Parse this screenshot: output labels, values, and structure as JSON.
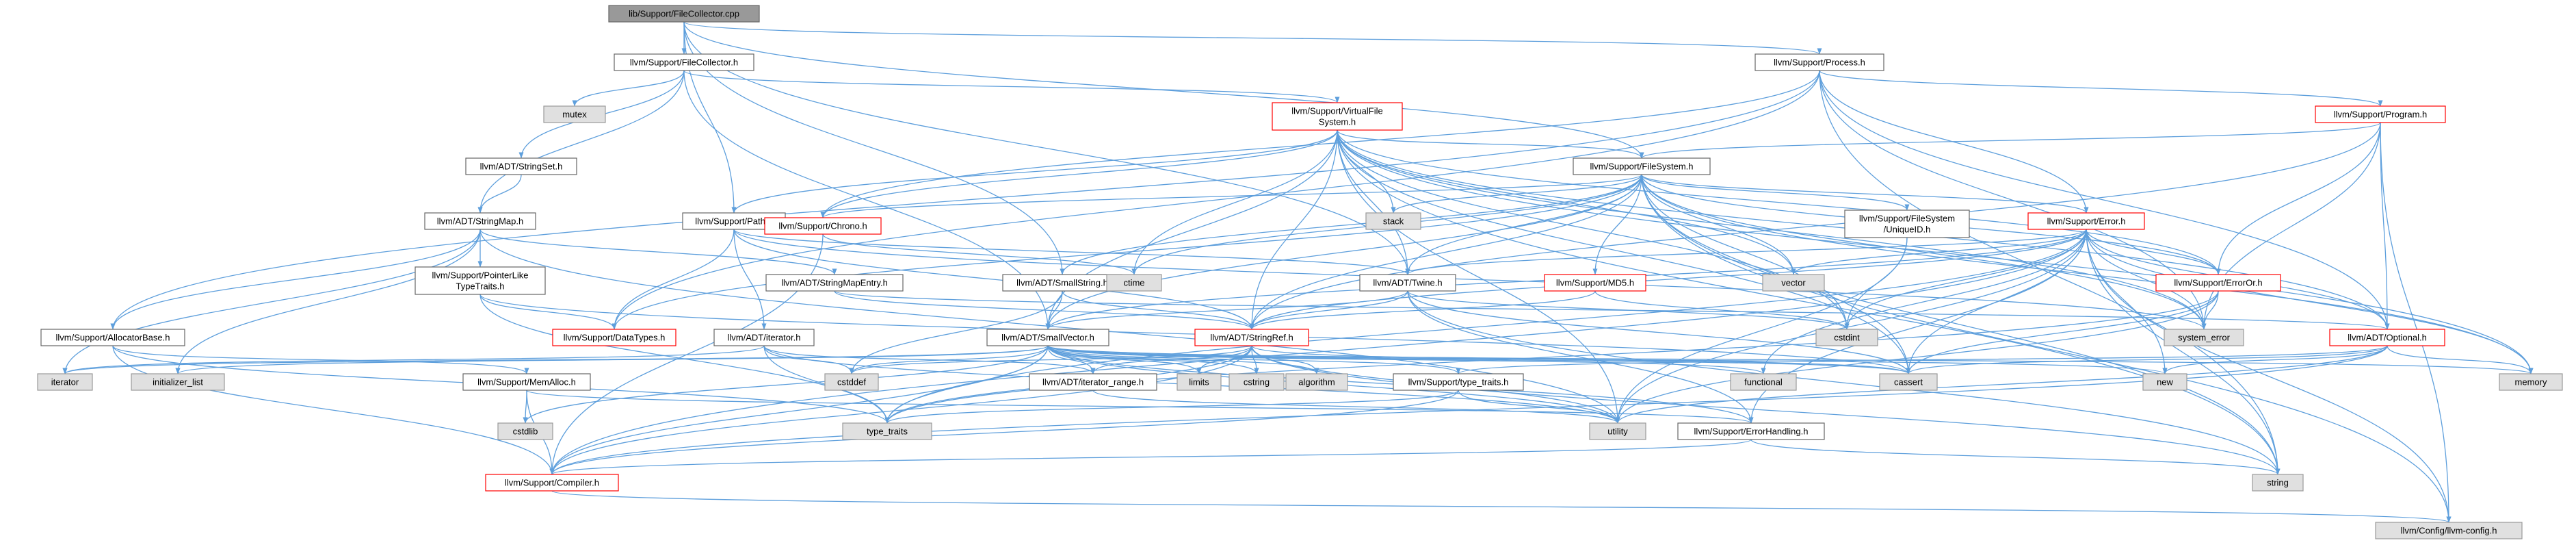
{
  "graph": {
    "title": "lib/Support/FileCollector.cpp",
    "colors": {
      "edge": "#5e9fdc",
      "root_fill": "#999999",
      "header_fill": "#ffffff",
      "header_border": "#666666",
      "system_fill": "#e0e0e0",
      "system_border": "#999999",
      "truncated_border": "#ff0000"
    },
    "nodes": [
      {
        "id": "root",
        "kind": "root",
        "lines": [
          "lib/Support/FileCollector.cpp"
        ]
      },
      {
        "id": "FileCollector",
        "kind": "header",
        "lines": [
          "llvm/Support/FileCollector.h"
        ]
      },
      {
        "id": "Process",
        "kind": "header",
        "lines": [
          "llvm/Support/Process.h"
        ]
      },
      {
        "id": "mutex",
        "kind": "system",
        "lines": [
          "mutex"
        ]
      },
      {
        "id": "VFS",
        "kind": "truncated",
        "lines": [
          "llvm/Support/VirtualFile",
          "System.h"
        ]
      },
      {
        "id": "Program",
        "kind": "truncated",
        "lines": [
          "llvm/Support/Program.h"
        ]
      },
      {
        "id": "StringSet",
        "kind": "header",
        "lines": [
          "llvm/ADT/StringSet.h"
        ]
      },
      {
        "id": "FileSystem",
        "kind": "header",
        "lines": [
          "llvm/Support/FileSystem.h"
        ]
      },
      {
        "id": "StringMap",
        "kind": "header",
        "lines": [
          "llvm/ADT/StringMap.h"
        ]
      },
      {
        "id": "Path",
        "kind": "header",
        "lines": [
          "llvm/Support/Path.h"
        ]
      },
      {
        "id": "stack",
        "kind": "system",
        "lines": [
          "stack"
        ]
      },
      {
        "id": "Chrono",
        "kind": "truncated",
        "lines": [
          "llvm/Support/Chrono.h"
        ]
      },
      {
        "id": "UniqueID",
        "kind": "header",
        "lines": [
          "llvm/Support/FileSystem",
          "/UniqueID.h"
        ]
      },
      {
        "id": "Error",
        "kind": "truncated",
        "lines": [
          "llvm/Support/Error.h"
        ]
      },
      {
        "id": "PointerLike",
        "kind": "header",
        "lines": [
          "llvm/Support/PointerLike",
          "TypeTraits.h"
        ]
      },
      {
        "id": "StringMapEntry",
        "kind": "header",
        "lines": [
          "llvm/ADT/StringMapEntry.h"
        ]
      },
      {
        "id": "SmallString",
        "kind": "header",
        "lines": [
          "llvm/ADT/SmallString.h"
        ]
      },
      {
        "id": "ctime",
        "kind": "system",
        "lines": [
          "ctime"
        ]
      },
      {
        "id": "Twine",
        "kind": "header",
        "lines": [
          "llvm/ADT/Twine.h"
        ]
      },
      {
        "id": "MD5",
        "kind": "truncated",
        "lines": [
          "llvm/Support/MD5.h"
        ]
      },
      {
        "id": "vector",
        "kind": "system",
        "lines": [
          "vector"
        ]
      },
      {
        "id": "ErrorOr",
        "kind": "truncated",
        "lines": [
          "llvm/Support/ErrorOr.h"
        ]
      },
      {
        "id": "cstdint",
        "kind": "system",
        "lines": [
          "cstdint"
        ]
      },
      {
        "id": "system_error",
        "kind": "system",
        "lines": [
          "system_error"
        ]
      },
      {
        "id": "Optional",
        "kind": "truncated",
        "lines": [
          "llvm/ADT/Optional.h"
        ]
      },
      {
        "id": "AllocatorBase",
        "kind": "header",
        "lines": [
          "llvm/Support/AllocatorBase.h"
        ]
      },
      {
        "id": "DataTypes",
        "kind": "truncated",
        "lines": [
          "llvm/Support/DataTypes.h"
        ]
      },
      {
        "id": "iterator_h",
        "kind": "header",
        "lines": [
          "llvm/ADT/iterator.h"
        ]
      },
      {
        "id": "SmallVector",
        "kind": "header",
        "lines": [
          "llvm/ADT/SmallVector.h"
        ]
      },
      {
        "id": "StringRef",
        "kind": "truncated",
        "lines": [
          "llvm/ADT/StringRef.h"
        ]
      },
      {
        "id": "iterator",
        "kind": "system",
        "lines": [
          "iterator"
        ]
      },
      {
        "id": "initializer_list",
        "kind": "system",
        "lines": [
          "initializer_list"
        ]
      },
      {
        "id": "MemAlloc",
        "kind": "header",
        "lines": [
          "llvm/Support/MemAlloc.h"
        ]
      },
      {
        "id": "cstddef",
        "kind": "system",
        "lines": [
          "cstddef"
        ]
      },
      {
        "id": "iterator_range",
        "kind": "header",
        "lines": [
          "llvm/ADT/iterator_range.h"
        ]
      },
      {
        "id": "limits",
        "kind": "system",
        "lines": [
          "limits"
        ]
      },
      {
        "id": "cstring",
        "kind": "system",
        "lines": [
          "cstring"
        ]
      },
      {
        "id": "algorithm",
        "kind": "system",
        "lines": [
          "algorithm"
        ]
      },
      {
        "id": "type_traits_h",
        "kind": "header",
        "lines": [
          "llvm/Support/type_traits.h"
        ]
      },
      {
        "id": "functional",
        "kind": "system",
        "lines": [
          "functional"
        ]
      },
      {
        "id": "cassert",
        "kind": "system",
        "lines": [
          "cassert"
        ]
      },
      {
        "id": "new",
        "kind": "system",
        "lines": [
          "new"
        ]
      },
      {
        "id": "memory",
        "kind": "system",
        "lines": [
          "memory"
        ]
      },
      {
        "id": "cstdlib",
        "kind": "system",
        "lines": [
          "cstdlib"
        ]
      },
      {
        "id": "type_traits",
        "kind": "system",
        "lines": [
          "type_traits"
        ]
      },
      {
        "id": "utility",
        "kind": "system",
        "lines": [
          "utility"
        ]
      },
      {
        "id": "ErrorHandling",
        "kind": "header",
        "lines": [
          "llvm/Support/ErrorHandling.h"
        ]
      },
      {
        "id": "Compiler",
        "kind": "truncated",
        "lines": [
          "llvm/Support/Compiler.h"
        ]
      },
      {
        "id": "string",
        "kind": "system",
        "lines": [
          "string"
        ]
      },
      {
        "id": "config",
        "kind": "system",
        "lines": [
          "llvm/Config/llvm-config.h"
        ]
      }
    ],
    "edges": [
      [
        "root",
        "FileCollector"
      ],
      [
        "root",
        "Process"
      ],
      [
        "root",
        "Path"
      ],
      [
        "root",
        "SmallString"
      ],
      [
        "root",
        "Twine"
      ],
      [
        "root",
        "FileSystem"
      ],
      [
        "FileCollector",
        "mutex"
      ],
      [
        "FileCollector",
        "VFS"
      ],
      [
        "FileCollector",
        "StringSet"
      ],
      [
        "FileCollector",
        "StringMap"
      ],
      [
        "FileCollector",
        "SmallVector"
      ],
      [
        "Process",
        "Program"
      ],
      [
        "Process",
        "Chrono"
      ],
      [
        "Process",
        "Error"
      ],
      [
        "Process",
        "DataTypes"
      ],
      [
        "Process",
        "AllocatorBase"
      ],
      [
        "Process",
        "Optional"
      ],
      [
        "Process",
        "system_error"
      ],
      [
        "Process",
        "string"
      ],
      [
        "Program",
        "FileSystem"
      ],
      [
        "Program",
        "ErrorOr"
      ],
      [
        "Program",
        "Optional"
      ],
      [
        "Program",
        "system_error"
      ],
      [
        "Program",
        "StringRef"
      ],
      [
        "Program",
        "config"
      ],
      [
        "VFS",
        "FileSystem"
      ],
      [
        "VFS",
        "Path"
      ],
      [
        "VFS",
        "Chrono"
      ],
      [
        "VFS",
        "stack"
      ],
      [
        "VFS",
        "ctime"
      ],
      [
        "VFS",
        "ErrorOr"
      ],
      [
        "VFS",
        "cassert"
      ],
      [
        "VFS",
        "memory"
      ],
      [
        "VFS",
        "string"
      ],
      [
        "VFS",
        "system_error"
      ],
      [
        "VFS",
        "vector"
      ],
      [
        "VFS",
        "SmallVector"
      ],
      [
        "VFS",
        "StringRef"
      ],
      [
        "VFS",
        "Twine"
      ],
      [
        "VFS",
        "cstdint"
      ],
      [
        "VFS",
        "Optional"
      ],
      [
        "VFS",
        "utility"
      ],
      [
        "StringSet",
        "StringMap"
      ],
      [
        "StringMap",
        "StringMapEntry"
      ],
      [
        "StringMap",
        "AllocatorBase"
      ],
      [
        "StringMap",
        "PointerLike"
      ],
      [
        "StringMap",
        "iterator"
      ],
      [
        "StringMap",
        "initializer_list"
      ],
      [
        "StringMap",
        "utility"
      ],
      [
        "FileSystem",
        "Chrono"
      ],
      [
        "FileSystem",
        "Error"
      ],
      [
        "FileSystem",
        "ErrorOr"
      ],
      [
        "FileSystem",
        "UniqueID"
      ],
      [
        "FileSystem",
        "MD5"
      ],
      [
        "FileSystem",
        "SmallString"
      ],
      [
        "FileSystem",
        "Twine"
      ],
      [
        "FileSystem",
        "StringRef"
      ],
      [
        "FileSystem",
        "ctime"
      ],
      [
        "FileSystem",
        "vector"
      ],
      [
        "FileSystem",
        "cassert"
      ],
      [
        "FileSystem",
        "cstdint"
      ],
      [
        "FileSystem",
        "memory"
      ],
      [
        "FileSystem",
        "stack"
      ],
      [
        "FileSystem",
        "string"
      ],
      [
        "FileSystem",
        "system_error"
      ],
      [
        "FileSystem",
        "config"
      ],
      [
        "FileSystem",
        "DataTypes"
      ],
      [
        "FileSystem",
        "SmallVector"
      ],
      [
        "Path",
        "Twine"
      ],
      [
        "Path",
        "iterator_h"
      ],
      [
        "Path",
        "DataTypes"
      ],
      [
        "Path",
        "StringRef"
      ],
      [
        "Path",
        "system_error"
      ],
      [
        "Chrono",
        "Compiler"
      ],
      [
        "Chrono",
        "ctime"
      ],
      [
        "Error",
        "ErrorOr"
      ],
      [
        "Error",
        "Twine"
      ],
      [
        "Error",
        "Optional"
      ],
      [
        "Error",
        "ErrorHandling"
      ],
      [
        "Error",
        "cassert"
      ],
      [
        "Error",
        "cstdint"
      ],
      [
        "Error",
        "functional"
      ],
      [
        "Error",
        "memory"
      ],
      [
        "Error",
        "new"
      ],
      [
        "Error",
        "string"
      ],
      [
        "Error",
        "system_error"
      ],
      [
        "Error",
        "type_traits"
      ],
      [
        "Error",
        "utility"
      ],
      [
        "Error",
        "vector"
      ],
      [
        "Error",
        "SmallVector"
      ],
      [
        "Error",
        "StringRef"
      ],
      [
        "Error",
        "config"
      ],
      [
        "Error",
        "Compiler"
      ],
      [
        "UniqueID",
        "cstdint"
      ],
      [
        "UniqueID",
        "utility"
      ],
      [
        "PointerLike",
        "DataTypes"
      ],
      [
        "PointerLike",
        "cassert"
      ],
      [
        "PointerLike",
        "type_traits"
      ],
      [
        "StringMapEntry",
        "StringRef"
      ],
      [
        "StringMapEntry",
        "Optional"
      ],
      [
        "SmallString",
        "SmallVector"
      ],
      [
        "SmallString",
        "StringRef"
      ],
      [
        "SmallString",
        "cstddef"
      ],
      [
        "Twine",
        "SmallVector"
      ],
      [
        "Twine",
        "StringRef"
      ],
      [
        "Twine",
        "ErrorHandling"
      ],
      [
        "Twine",
        "cassert"
      ],
      [
        "Twine",
        "cstdint"
      ],
      [
        "Twine",
        "string"
      ],
      [
        "MD5",
        "StringRef"
      ],
      [
        "MD5",
        "cstdint"
      ],
      [
        "ErrorOr",
        "system_error"
      ],
      [
        "ErrorOr",
        "cassert"
      ],
      [
        "ErrorOr",
        "type_traits"
      ],
      [
        "ErrorOr",
        "utility"
      ],
      [
        "Optional",
        "cassert"
      ],
      [
        "Optional",
        "memory"
      ],
      [
        "Optional",
        "new"
      ],
      [
        "Optional",
        "utility"
      ],
      [
        "Optional",
        "type_traits_h"
      ],
      [
        "Optional",
        "Compiler"
      ],
      [
        "AllocatorBase",
        "Compiler"
      ],
      [
        "AllocatorBase",
        "MemAlloc"
      ],
      [
        "AllocatorBase",
        "type_traits"
      ],
      [
        "iterator_h",
        "iterator_range"
      ],
      [
        "iterator_h",
        "cstddef"
      ],
      [
        "iterator_h",
        "iterator"
      ],
      [
        "iterator_h",
        "type_traits"
      ],
      [
        "iterator_h",
        "utility"
      ],
      [
        "SmallVector",
        "Compiler"
      ],
      [
        "SmallVector",
        "type_traits_h"
      ],
      [
        "SmallVector",
        "algorithm"
      ],
      [
        "SmallVector",
        "cassert"
      ],
      [
        "SmallVector",
        "cstddef"
      ],
      [
        "SmallVector",
        "cstdlib"
      ],
      [
        "SmallVector",
        "cstring"
      ],
      [
        "SmallVector",
        "functional"
      ],
      [
        "SmallVector",
        "initializer_list"
      ],
      [
        "SmallVector",
        "iterator"
      ],
      [
        "SmallVector",
        "limits"
      ],
      [
        "SmallVector",
        "memory"
      ],
      [
        "SmallVector",
        "new"
      ],
      [
        "SmallVector",
        "type_traits"
      ],
      [
        "SmallVector",
        "utility"
      ],
      [
        "SmallVector",
        "iterator_range"
      ],
      [
        "SmallVector",
        "ErrorHandling"
      ],
      [
        "StringRef",
        "iterator_range"
      ],
      [
        "StringRef",
        "Compiler"
      ],
      [
        "StringRef",
        "algorithm"
      ],
      [
        "StringRef",
        "cassert"
      ],
      [
        "StringRef",
        "cstddef"
      ],
      [
        "StringRef",
        "cstring"
      ],
      [
        "StringRef",
        "limits"
      ],
      [
        "StringRef",
        "string"
      ],
      [
        "StringRef",
        "type_traits"
      ],
      [
        "StringRef",
        "utility"
      ],
      [
        "MemAlloc",
        "Compiler"
      ],
      [
        "MemAlloc",
        "ErrorHandling"
      ],
      [
        "MemAlloc",
        "cstdlib"
      ],
      [
        "iterator_range",
        "utility"
      ],
      [
        "type_traits_h",
        "Compiler"
      ],
      [
        "type_traits_h",
        "type_traits"
      ],
      [
        "type_traits_h",
        "utility"
      ],
      [
        "ErrorHandling",
        "Compiler"
      ],
      [
        "ErrorHandling",
        "string"
      ],
      [
        "Compiler",
        "config"
      ]
    ]
  }
}
